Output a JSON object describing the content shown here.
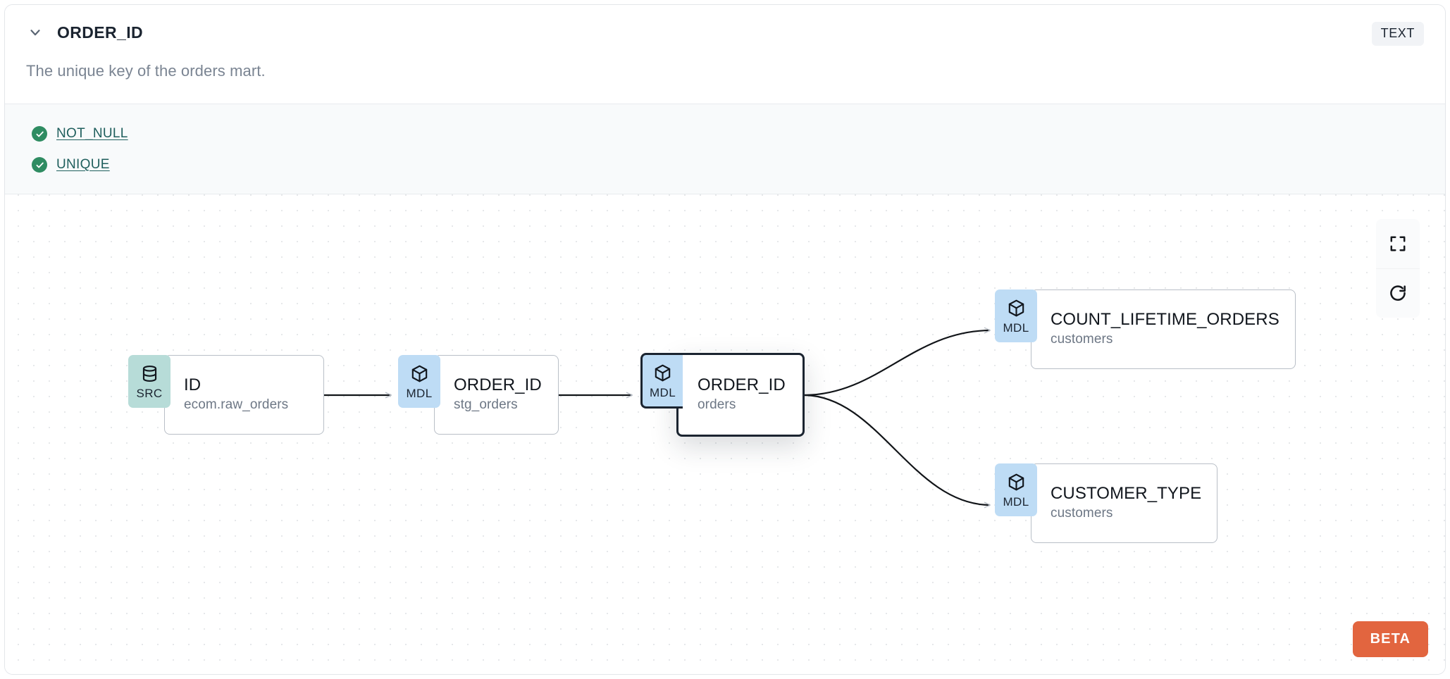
{
  "header": {
    "chevron_icon": "chevron-down-icon",
    "column_name": "ORDER_ID",
    "data_type": "TEXT",
    "description": "The unique key of the orders mart."
  },
  "tests": [
    {
      "icon": "check-circle-icon",
      "label": "NOT_NULL",
      "status": "passing"
    },
    {
      "icon": "check-circle-icon",
      "label": "UNIQUE",
      "status": "passing"
    }
  ],
  "lineage": {
    "nodes": [
      {
        "id": "src_id",
        "badge": "SRC",
        "badge_icon": "database-icon",
        "name": "ID",
        "parent": "ecom.raw_orders",
        "selected": false
      },
      {
        "id": "stg_order_id",
        "badge": "MDL",
        "badge_icon": "cube-icon",
        "name": "ORDER_ID",
        "parent": "stg_orders",
        "selected": false
      },
      {
        "id": "orders_order_id",
        "badge": "MDL",
        "badge_icon": "cube-icon",
        "name": "ORDER_ID",
        "parent": "orders",
        "selected": true
      },
      {
        "id": "cust_count",
        "badge": "MDL",
        "badge_icon": "cube-icon",
        "name": "COUNT_LIFETIME_ORDERS",
        "parent": "customers",
        "selected": false
      },
      {
        "id": "cust_type",
        "badge": "MDL",
        "badge_icon": "cube-icon",
        "name": "CUSTOMER_TYPE",
        "parent": "customers",
        "selected": false
      }
    ],
    "edges": [
      {
        "from": "src_id",
        "to": "stg_order_id"
      },
      {
        "from": "stg_order_id",
        "to": "orders_order_id"
      },
      {
        "from": "orders_order_id",
        "to": "cust_count"
      },
      {
        "from": "orders_order_id",
        "to": "cust_type"
      }
    ],
    "controls": [
      {
        "icon": "fit-view-icon",
        "name": "fit-view-button"
      },
      {
        "icon": "reset-icon",
        "name": "reset-view-button"
      }
    ],
    "beta_label": "BETA"
  },
  "colors": {
    "src_badge": "#b7dcd8",
    "mdl_badge": "#bedcf5",
    "beta": "#e2653f",
    "test_pass": "#2f8c62",
    "link": "#1f5f5d"
  }
}
